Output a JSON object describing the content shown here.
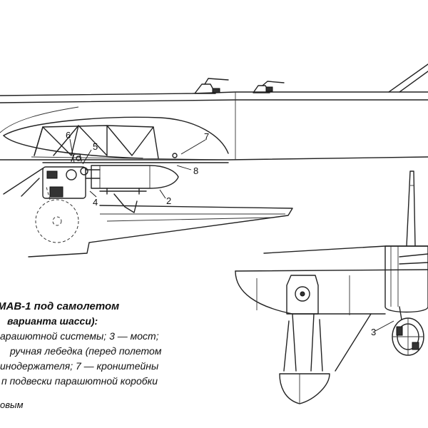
{
  "figure": {
    "callouts_side": [
      "6",
      "5",
      "7",
      "8",
      "4",
      "2"
    ],
    "callouts_front": [
      "3"
    ]
  },
  "caption": {
    "title": "МАВ-1 под самолетом",
    "subtitle": "варианта шасси):",
    "lines": [
      "арашютной системы; 3 — мост;",
      "ручная лебедка (перед полетом",
      "инодержателя; 7 — кронштейны",
      "п подвески парашютной коробки"
    ],
    "footer": "овым"
  }
}
